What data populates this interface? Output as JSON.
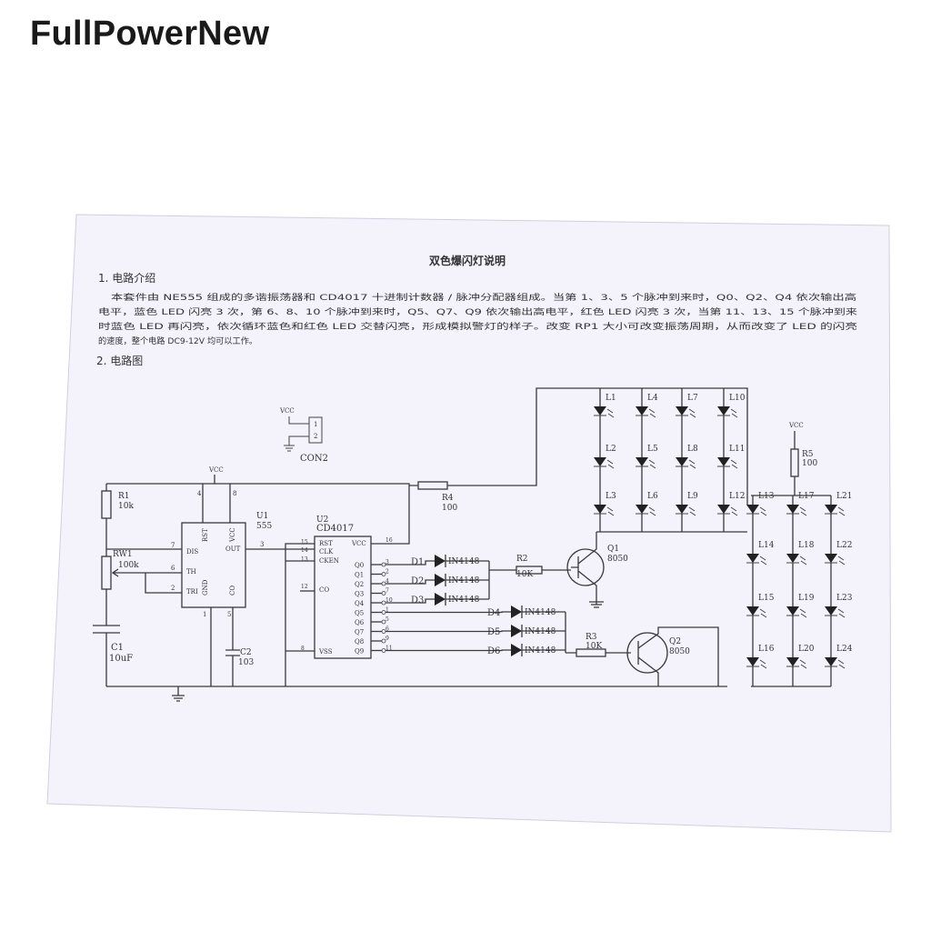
{
  "brand": "FullPowerNew",
  "doc": {
    "title": "双色爆闪灯说明",
    "section1_heading": "1. 电路介绍",
    "intro_lines": [
      "本套件由 NE555 组成的多谐振荡器和 CD4017 十进制计数器 / 脉冲分配器组成。当第 1、3、5 个脉冲到来时，Q0、Q2、Q4 依次输出高",
      "电平，蓝色 LED 闪亮 3 次，第 6、8、10 个脉冲到来时，Q5、Q7、Q9 依次输出高电平，红色 LED 闪亮 3 次，当第 11、13、15 个脉冲到来",
      "时蓝色 LED 再闪亮，依次循环蓝色和红色 LED 交替闪亮，形成模拟警灯的样子。改变 RP1 大小可改变振荡周期，从而改变了 LED 的闪亮",
      "的速度，整个电路 DC9-12V 均可以工作。"
    ],
    "section2_heading": "2. 电路图"
  },
  "schematic": {
    "vcc": "VCC",
    "con": "CON2",
    "con_pins": [
      "1",
      "2"
    ],
    "r1": "R1",
    "r1_val": "10k",
    "rw1": "RW1",
    "rw1_val": "100k",
    "c1": "C1",
    "c1_val": "10uF",
    "c2": "C2",
    "c2_val": "103",
    "u1": "U1",
    "u1_part": "555",
    "u1_pins": [
      "DIS",
      "TH",
      "TRI",
      "RST",
      "VCC",
      "OUT",
      "GND",
      "CO"
    ],
    "u1_pin_nums": [
      "7",
      "6",
      "2",
      "3",
      "4",
      "8",
      "1",
      "5"
    ],
    "u2": "U2",
    "u2_part": "CD4017",
    "u2_left_pins": [
      "RST",
      "CLK",
      "CKEN",
      "CO",
      "VSS"
    ],
    "u2_left_nums": [
      "15",
      "14",
      "13",
      "12",
      "8"
    ],
    "u2_vcc": "VCC",
    "u2_vcc_num": "16",
    "u2_q": [
      "Q0",
      "Q1",
      "Q2",
      "Q3",
      "Q4",
      "Q5",
      "Q6",
      "Q7",
      "Q8",
      "Q9"
    ],
    "u2_q_nums": [
      "3",
      "2",
      "4",
      "7",
      "10",
      "1",
      "5",
      "6",
      "9",
      "11"
    ],
    "diodes": [
      {
        "ref": "D1",
        "part": "IN4148"
      },
      {
        "ref": "D2",
        "part": "IN4148"
      },
      {
        "ref": "D3",
        "part": "IN4148"
      },
      {
        "ref": "D4",
        "part": "IN4148"
      },
      {
        "ref": "D5",
        "part": "IN4148"
      },
      {
        "ref": "D6",
        "part": "IN4148"
      }
    ],
    "r2": "R2",
    "r2_val": "10K",
    "r3": "R3",
    "r3_val": "10K",
    "r4": "R4",
    "r4_val": "100",
    "r5": "R5",
    "r5_val": "100",
    "q1": "Q1",
    "q1_part": "8050",
    "q2": "Q2",
    "q2_part": "8050",
    "leds_blue": [
      "L1",
      "L4",
      "L7",
      "L10",
      "L2",
      "L5",
      "L8",
      "L11",
      "L3",
      "L6",
      "L9",
      "L12"
    ],
    "leds_red": [
      "L13",
      "L17",
      "L21",
      "L14",
      "L18",
      "L22",
      "L15",
      "L19",
      "L23",
      "L16",
      "L20",
      "L24"
    ]
  }
}
